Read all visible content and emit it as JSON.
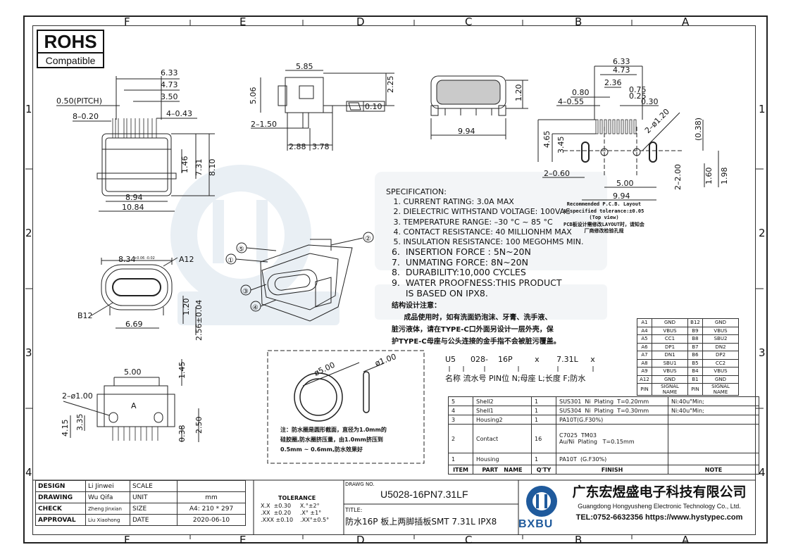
{
  "zones_top": [
    "F",
    "E",
    "D",
    "C",
    "B",
    "A"
  ],
  "zones_side": [
    "1",
    "2",
    "3",
    "4"
  ],
  "rohs": {
    "title": "ROHS",
    "subtitle": "Compatible"
  },
  "dims": {
    "pitch": "0.50(PITCH)",
    "w8": "8–0.20",
    "w4": "4–0.43",
    "d633": "6.33",
    "d473": "4.73",
    "d350": "3.50",
    "d146": "1.46",
    "d731": "7.31",
    "d810": "8.10",
    "d894": "8.94",
    "d1084": "10.84",
    "d585": "5.85",
    "d506": "5.06",
    "d225": "2.25",
    "d2150": "2–1.50",
    "d288": "2.88",
    "d378": "3.78",
    "flat": "0.10",
    "d120": "1.20",
    "d994": "9.94",
    "d834": "8.34",
    "d834tol": "+0.06\n-0.02",
    "a12": "A12",
    "b12": "B12",
    "d669": "6.69",
    "d120b": "1.20",
    "d256": "2.56±0.04",
    "d500": "5.00",
    "d145": "1.45",
    "d2100": "2–ø1.00",
    "d415": "4.15",
    "d335": "3.35",
    "d038": "0.38",
    "d250": "2.50",
    "markA": "A",
    "p633": "6.33",
    "p473": "4.73",
    "p236": "2.36",
    "p075": "0.75",
    "p080": "0.80",
    "p025": "0.25",
    "p455": "4–0.55",
    "p030": "0.30",
    "p2120": "2–ø1.20",
    "p038": "(0.38)",
    "p465": "4.65",
    "p345": "3.45",
    "p060": "2–0.60",
    "p500": "5.00",
    "p994": "9.94",
    "p200": "2–2.00",
    "p160": "1.60",
    "p198": "1.98",
    "ring5": "ø5.00",
    "ring1": "ø1.00"
  },
  "callouts": [
    "①",
    "②",
    "③",
    "④",
    "⑤"
  ],
  "pcb_note": "Recommended P.C.B. Layout\nUnspecified tolerance:±0.05\n(Top view)\nPCB板设计需修改LAYOUT时，请知会\n厂商修改检验孔规",
  "spec_title": "SPECIFICATION:",
  "spec_small": [
    "1. CURRENT RATING: 3.0A MAX",
    "2. DIELECTRIC WITHSTAND VOLTAGE: 100VAC",
    "3. TEMPERATURE RANGE: –30 °C ~ 85 °C",
    "4. CONTACT RESISTANCE: 40 MILLIONHM MAX",
    "5. INSULATION RESISTANCE: 100 MEGOHMS MIN."
  ],
  "spec_big": [
    "6.  INSERTION FORCE : 5N~20N",
    "7.  UNMATING FORCE: 8N~20N",
    "8.  DURABILITY:10,000 CYCLES",
    "9.  WATER PROOFNESS:THIS PRODUCT",
    "     IS BASED ON IPX8."
  ],
  "cn_notes": "结构设计注意：\n     成品使用时，如有洗面奶泡沫、牙膏、洗手液、\n脏污液体，请在TYPE-C口外面另设计一层外壳，保\n护TYPE-C母座与公头连接的金手指不会被脏污覆盖。",
  "seal_note": "注：防水圈是圆形截面，直径为1.0mm的\n硅胶圈,防水圈挤压量，由1.0mm挤压到\n0.5mm ~ 0.6mm,防水效果好",
  "part_code": [
    "U5",
    "028-",
    "16P",
    "x",
    "7.31L",
    "x"
  ],
  "part_desc": [
    "名称",
    "流水号",
    "PIN位",
    "N;母座",
    "L;长度",
    "F;防水"
  ],
  "pins": [
    [
      "A1",
      "GND",
      "B12",
      "GND"
    ],
    [
      "A4",
      "VBUS",
      "B9",
      "VBUS"
    ],
    [
      "A5",
      "CC1",
      "B8",
      "SBU2"
    ],
    [
      "A6",
      "DP1",
      "B7",
      "DN2"
    ],
    [
      "A7",
      "DN1",
      "B6",
      "DP2"
    ],
    [
      "A8",
      "SBU1",
      "B5",
      "CC2"
    ],
    [
      "A9",
      "VBUS",
      "B4",
      "VBUS"
    ],
    [
      "A12",
      "GND",
      "B1",
      "GND"
    ],
    [
      "PIN",
      "SIGNAL NAME",
      "PIN",
      "SIGNAL NAME"
    ]
  ],
  "bom": [
    [
      "5",
      "Shell2",
      "1",
      "SUS301  Ni  Plating  T=0.20mm",
      "Ni:40u\"Min;"
    ],
    [
      "4",
      "Shell1",
      "1",
      "SUS304  Ni  Plating  T=0.30mm",
      "Ni:40u\"Min;"
    ],
    [
      "3",
      "Housing2",
      "1",
      "PA10T(G.F30%)",
      ""
    ],
    [
      "2",
      "Contact",
      "16",
      "C7025  TM03\nAu/Ni  Plating   T=0.15mm",
      ""
    ],
    [
      "1",
      "Housing",
      "1",
      "PA10T  (G.F30%)",
      ""
    ],
    [
      "ITEM",
      "PART   NAME",
      "Q'TY",
      "FINISH",
      "NOTE"
    ]
  ],
  "title_block": {
    "design": "DESIGN",
    "design_v": "Li Jinwei",
    "scale": "SCALE",
    "scale_v": "",
    "drawing": "DRAWING",
    "drawing_v": "Wu Qifa",
    "unit": "UNIT",
    "unit_v": "mm",
    "check": "CHECK",
    "check_v": "Zheng Jinxian",
    "size": "SIZE",
    "size_v": "A4: 210 * 297",
    "approval": "APPROVAL",
    "approval_v": "Liu Xiaohong",
    "date": "DATE",
    "date_v": "2020-06-10",
    "tol_head": "TOLERANCE",
    "tol": "X.X  ±0.30     X.°±2°\n.XX  ±0.20     .X° ±1°\n.XXX ±0.10    .XX°±0.5°",
    "dwg_label": "DRAWG NO.",
    "dwg_no": "U5028-16PN7.31LF",
    "title_label": "TITLE:",
    "title": "防水16P 板上两脚插板SMT 7.31L IPX8",
    "company_cn": "广东宏煜盛电子科技有限公司",
    "company_en": "Guangdong Hongyusheng Electronic Technology Co., Ltd.",
    "contact": "TEL:0752-6632356  https://www.hystypec.com",
    "brand": "BXBU"
  }
}
